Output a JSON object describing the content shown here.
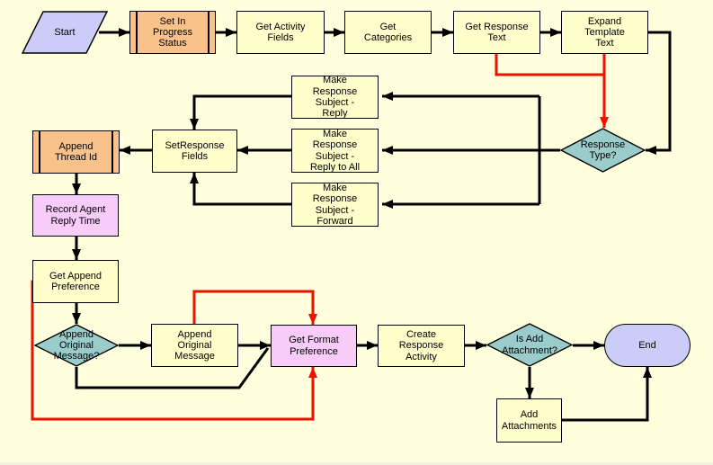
{
  "diagram": {
    "colors": {
      "canvas": "#ffffde",
      "step-fill": "#ffffcc",
      "subprocess-fill": "#f8c28a",
      "service-fill": "#f8ccf8",
      "decision-fill": "#9bcccc",
      "terminal-fill": "#ccccf8",
      "border-color": "#000000",
      "connector-color": "#000000",
      "exception-color": "#ee1100"
    },
    "nodes": [
      {
        "id": "start",
        "type": "start",
        "label": "Start"
      },
      {
        "id": "set-in-progress-status",
        "type": "subprocess",
        "label": "Set In\nProgress\nStatus"
      },
      {
        "id": "get-activity-fields",
        "type": "step",
        "label": "Get Activity\nFields"
      },
      {
        "id": "get-categories",
        "type": "step",
        "label": "Get\nCategories"
      },
      {
        "id": "get-response-text",
        "type": "step",
        "label": "Get Response\nText"
      },
      {
        "id": "expand-template-text",
        "type": "step",
        "label": "Expand\nTemplate\nText"
      },
      {
        "id": "response-type",
        "type": "decision",
        "label": "Response\nType?"
      },
      {
        "id": "make-response-subject-reply",
        "type": "step",
        "label": "Make\nResponse\nSubject -\nReply"
      },
      {
        "id": "make-response-subject-reply-to-all",
        "type": "step",
        "label": "Make\nResponse\nSubject -\nReply to All"
      },
      {
        "id": "make-response-subject-forward",
        "type": "step",
        "label": "Make\nResponse\nSubject -\nForward"
      },
      {
        "id": "setresponse-fields",
        "type": "step",
        "label": "SetResponse\nFields"
      },
      {
        "id": "append-thread-id",
        "type": "subprocess",
        "label": "Append\nThread Id"
      },
      {
        "id": "record-agent-reply-time",
        "type": "service",
        "label": "Record Agent\nReply Time"
      },
      {
        "id": "get-append-preference",
        "type": "step",
        "label": "Get Append\nPreference"
      },
      {
        "id": "append-original-message-decision",
        "type": "decision",
        "label": "Append\nOriginal\nMessage?"
      },
      {
        "id": "append-original-message",
        "type": "step",
        "label": "Append\nOriginal\nMessage"
      },
      {
        "id": "get-format-preference",
        "type": "service",
        "label": "Get Format\nPreference"
      },
      {
        "id": "create-response-activity",
        "type": "step",
        "label": "Create\nResponse\nActivity"
      },
      {
        "id": "is-add-attachment",
        "type": "decision",
        "label": "Is Add\nAttachment?"
      },
      {
        "id": "end",
        "type": "end",
        "label": "End"
      },
      {
        "id": "add-attachments",
        "type": "step",
        "label": "Add\nAttachments"
      }
    ]
  }
}
